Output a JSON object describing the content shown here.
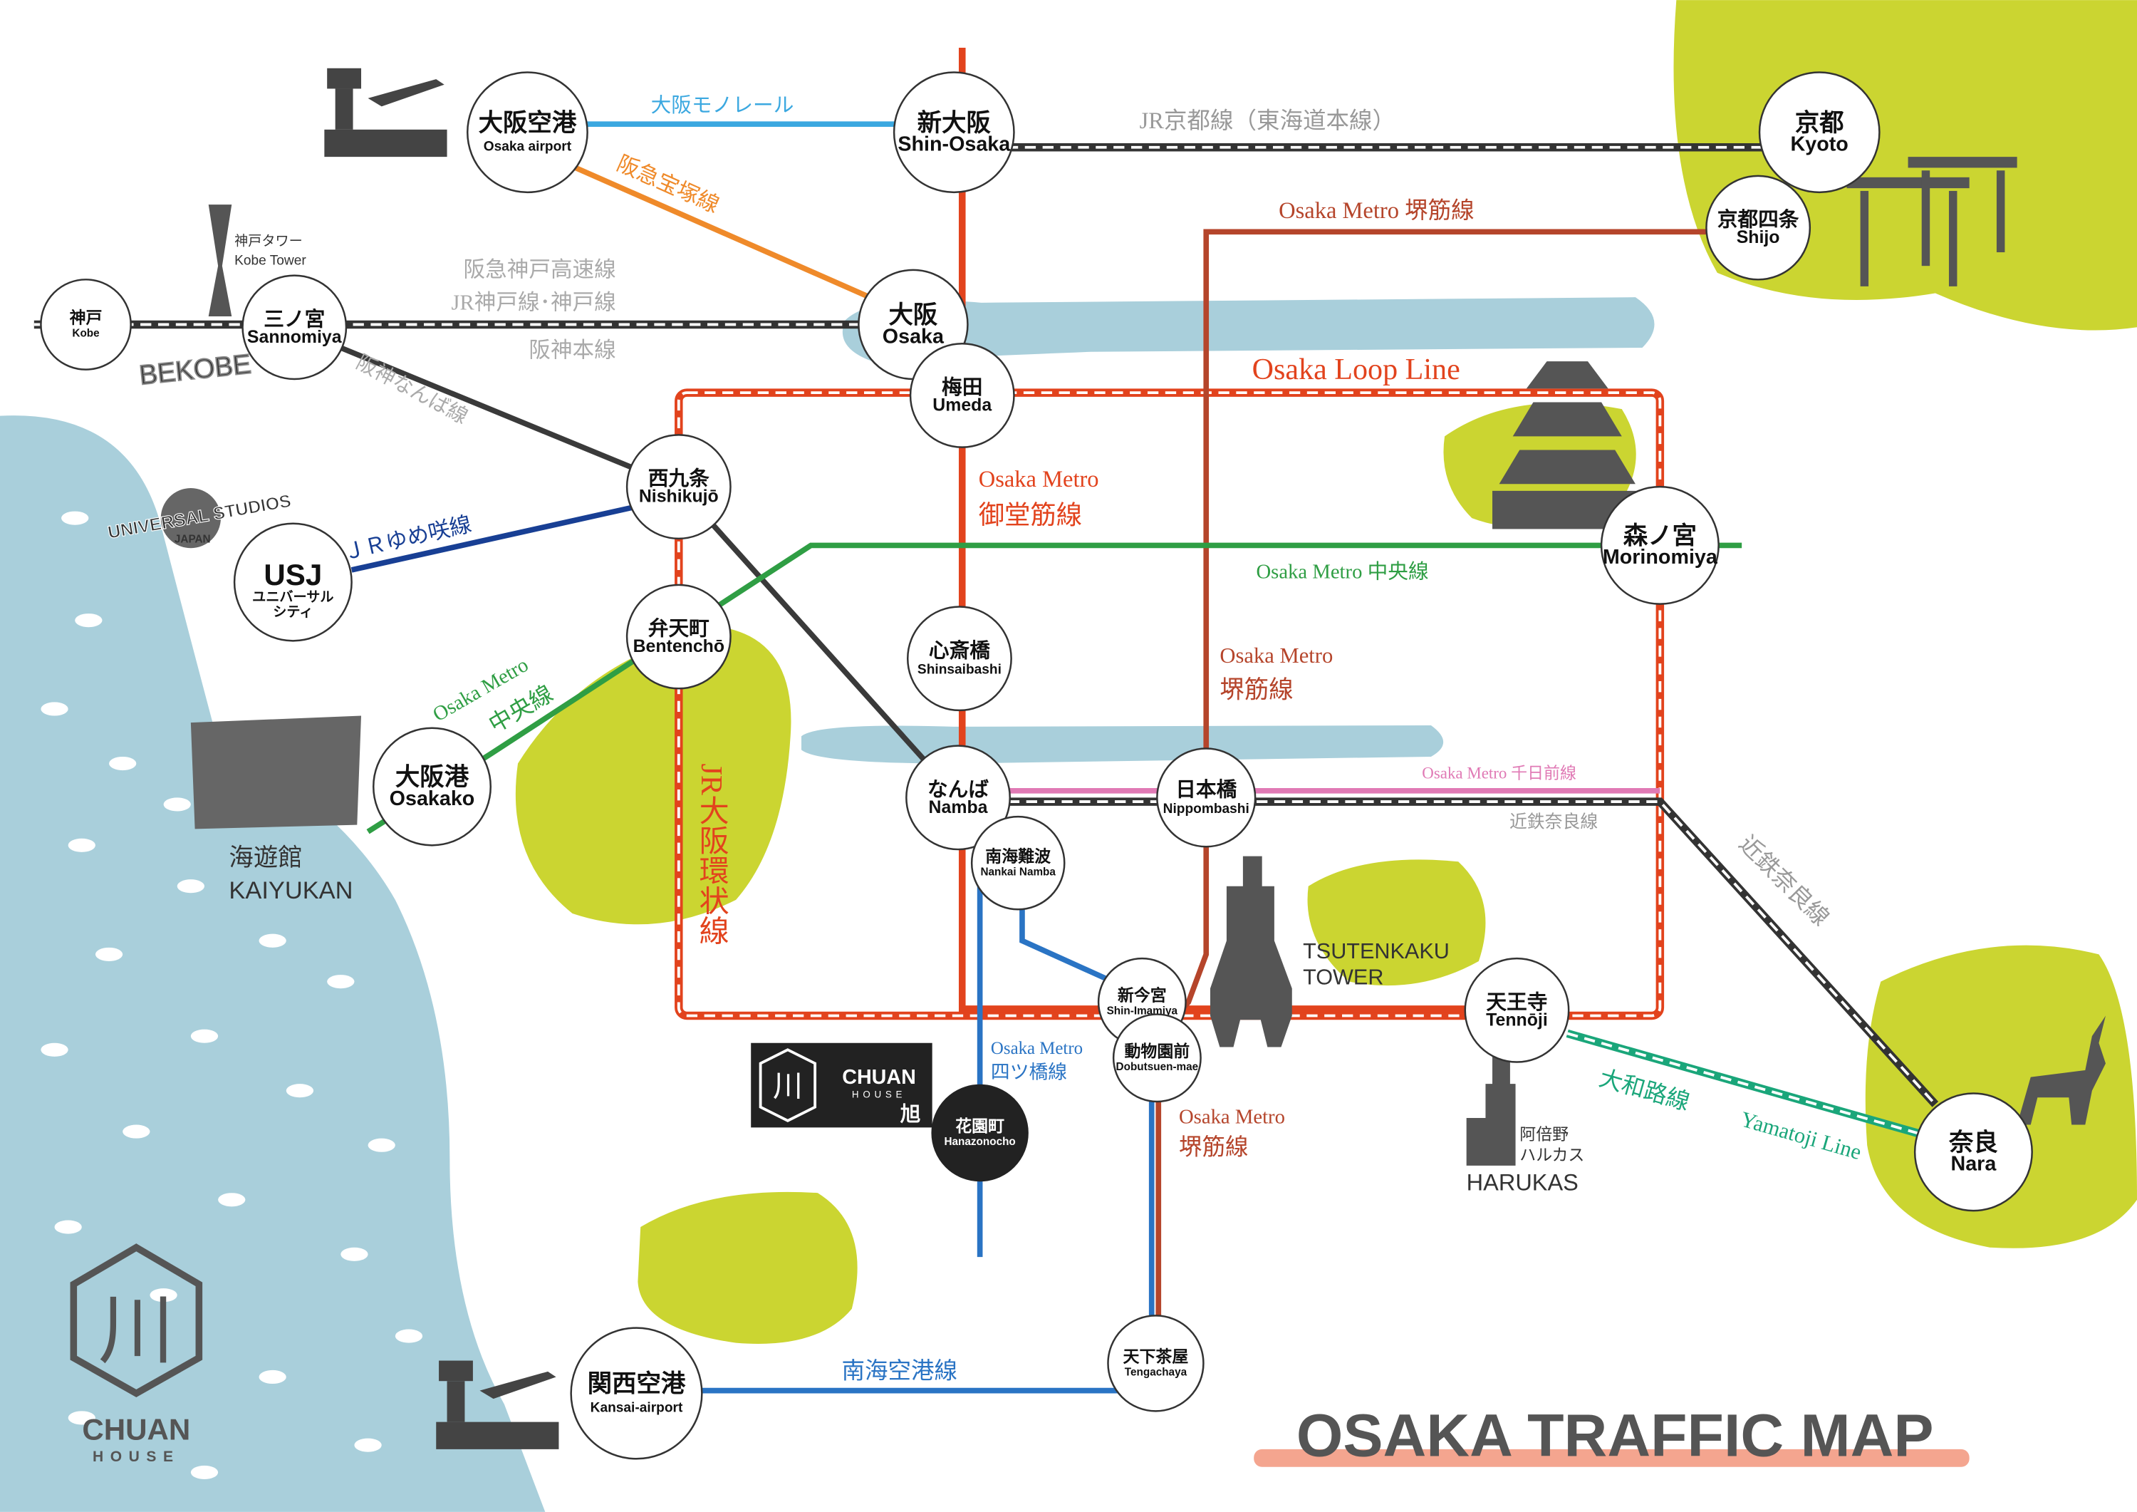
{
  "title": "OSAKA TRAFFIC MAP",
  "brand": {
    "name": "CHUAN",
    "sub": "HOUSE",
    "kanji": "川",
    "badge_kanji": "旭"
  },
  "colors": {
    "sea": "#a9cfdb",
    "park": "#cbd531",
    "midosuji": "#e2431d",
    "sakaisuji": "#b5452b",
    "loop": "#e2431d",
    "chuo": "#2f9e44",
    "sennichimae": "#e07ab5",
    "yotsubashi": "#2a74c4",
    "monorail": "#3ba8e0",
    "hankyu_takarazuka": "#ef8a2a",
    "yumesaki": "#183f94",
    "yamatoji": "#1aa67a",
    "nankai": "#2a74c4"
  },
  "stations": {
    "osaka_airport": {
      "ja": "大阪空港",
      "en": "Osaka airport"
    },
    "shin_osaka": {
      "ja": "新大阪",
      "en": "Shin-Osaka"
    },
    "kyoto": {
      "ja": "京都",
      "en": "Kyoto"
    },
    "shijo": {
      "ja": "京都四条",
      "en": "Shijo"
    },
    "kobe": {
      "ja": "神戸",
      "en": "Kobe"
    },
    "sannomiya": {
      "ja": "三ノ宮",
      "en": "Sannomiya"
    },
    "osaka": {
      "ja": "大阪",
      "en": "Osaka"
    },
    "umeda": {
      "ja": "梅田",
      "en": "Umeda"
    },
    "nishikujo": {
      "ja": "西九条",
      "en": "Nishikujō"
    },
    "usj": {
      "ja": "USJ",
      "en": "ユニバーサル",
      "en2": "シティ"
    },
    "morinomiya": {
      "ja": "森ノ宮",
      "en": "Morinomiya"
    },
    "bentencho": {
      "ja": "弁天町",
      "en": "Bentenchō"
    },
    "shinsaibashi": {
      "ja": "心斎橋",
      "en": "Shinsaibashi"
    },
    "osakako": {
      "ja": "大阪港",
      "en": "Osakako"
    },
    "namba": {
      "ja": "なんば",
      "en": "Namba"
    },
    "nankai_namba": {
      "ja": "南海難波",
      "en": "Nankai Namba"
    },
    "nippombashi": {
      "ja": "日本橋",
      "en": "Nippombashi"
    },
    "shin_imamiya": {
      "ja": "新今宮",
      "en": "Shin-Imamiya"
    },
    "dobutsuen_mae": {
      "ja": "動物園前",
      "en": "Dobutsuen-mae"
    },
    "tennoji": {
      "ja": "天王寺",
      "en": "Tennōji"
    },
    "hanazonocho": {
      "ja": "花園町",
      "en": "Hanazonocho"
    },
    "tengachaya": {
      "ja": "天下茶屋",
      "en": "Tengachaya"
    },
    "kansai_airport": {
      "ja": "関西空港",
      "en": "Kansai-airport"
    },
    "nara": {
      "ja": "奈良",
      "en": "Nara"
    }
  },
  "line_labels": {
    "monorail": "大阪モノレール",
    "jr_kyoto": "JR京都線（東海道本線）",
    "hankyu_takarazuka": "阪急宝塚線",
    "sakaisuji_top": "Osaka Metro 堺筋線",
    "hankyu_kobe": "阪急神戸高速線",
    "jr_kobe": "JR神戸線･神戸線",
    "hanshin_main": "阪神本線",
    "loop_line": "Osaka Loop Line",
    "hanshin_namba": "阪神なんば線",
    "midosuji_1": "Osaka Metro",
    "midosuji_2": "御堂筋線",
    "yumesaki": "ＪＲゆめ咲線",
    "chuo_right": "Osaka Metro 中央線",
    "chuo_left_1": "Osaka Metro",
    "chuo_left_2": "中央線",
    "sakaisuji_mid_1": "Osaka Metro",
    "sakaisuji_mid_2": "堺筋線",
    "jr_loop_vertical": "JR大阪環状線",
    "sennichimae": "Osaka Metro  千日前線",
    "kintetsu_1": "近鉄奈良線",
    "kintetsu_2": "近鉄奈良線",
    "yotsubashi_1": "Osaka Metro",
    "yotsubashi_2": "四ツ橋線",
    "sakaisuji_bottom_1": "Osaka Metro",
    "sakaisuji_bottom_2": "堺筋線",
    "yamatoji_ja": "大和路線",
    "yamatoji_en": "Yamatoji Line",
    "nankai_airport": "南海空港線"
  },
  "landmarks": {
    "kobe_tower_ja": "神戸タワー",
    "kobe_tower_en": "Kobe Tower",
    "bekobe": "BEKOBE",
    "usj_logo_1": "UNIVERSAL STUDIOS",
    "usj_logo_2": "JAPAN",
    "kaiyukan_ja": "海遊館",
    "kaiyukan_en": "KAIYUKAN",
    "tsutenkaku_1": "TSUTENKAKU",
    "tsutenkaku_2": "TOWER",
    "harukas_ja_1": "阿倍野",
    "harukas_ja_2": "ハルカス",
    "harukas_en": "HARUKAS"
  }
}
